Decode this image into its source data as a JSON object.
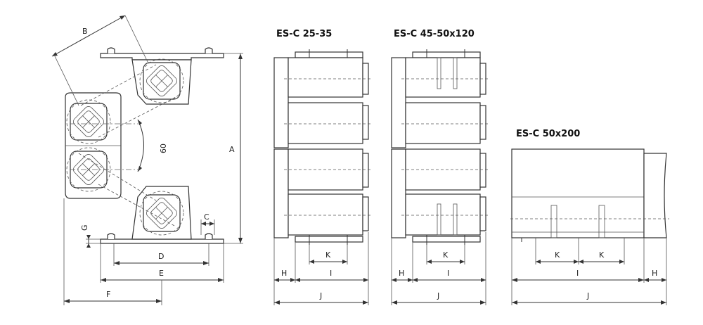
{
  "titles": {
    "es_c_25_35": "ES-C 25-35",
    "es_c_45_50x120": "ES-C 45-50x120",
    "es_c_50x200": "ES-C 50x200"
  },
  "dims": {
    "A": "A",
    "B": "B",
    "C": "C",
    "D": "D",
    "E": "E",
    "F": "F",
    "G": "G",
    "H": "H",
    "I": "I",
    "J": "J",
    "K": "K",
    "angle": "60"
  },
  "colors": {
    "line": "#333333",
    "background": "#ffffff"
  }
}
